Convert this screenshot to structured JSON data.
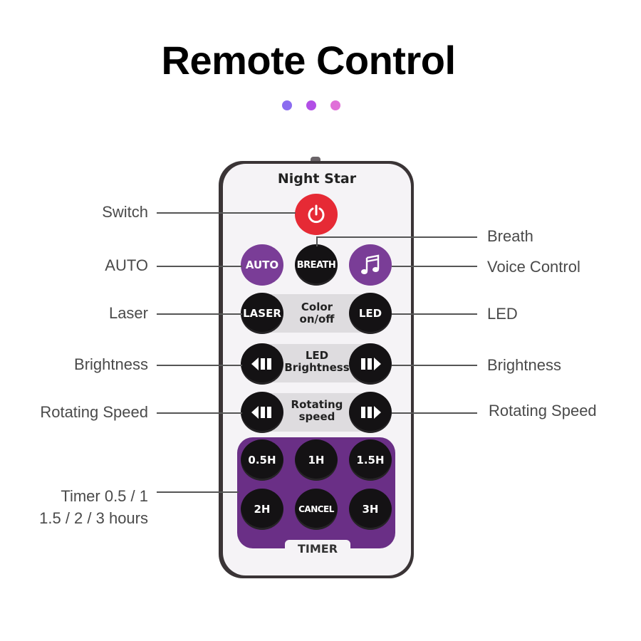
{
  "title": "Remote Control",
  "dot_colors": [
    "#8b6cf0",
    "#b24fe6",
    "#e070d8"
  ],
  "remote": {
    "brand": "Night Star",
    "auto": "AUTO",
    "breath": "BREATH",
    "voice_icon": "music-note-icon",
    "laser": "LASER",
    "led": "LED",
    "color_band": [
      "Color",
      "on/off"
    ],
    "brightness_band": [
      "LED",
      "Brightness"
    ],
    "speed_band": [
      "Rotating",
      "speed"
    ],
    "timers": [
      "0.5H",
      "1H",
      "1.5H",
      "2H",
      "CANCEL",
      "3H"
    ],
    "timer_label": "TIMER"
  },
  "labels": {
    "switch": "Switch",
    "breath": "Breath",
    "auto": "AUTO",
    "voice": "Voice Control",
    "laser": "Laser",
    "led": "LED",
    "brightness_left": "Brightness",
    "brightness_right": "Brightness",
    "speed_left": "Rotating Speed",
    "speed_right": "Rotating Speed",
    "timer_line1": "Timer 0.5 / 1",
    "timer_line2": "1.5 / 2 / 3 hours"
  },
  "colors": {
    "accent_purple": "#7a3d97",
    "power_red": "#e62a35"
  }
}
